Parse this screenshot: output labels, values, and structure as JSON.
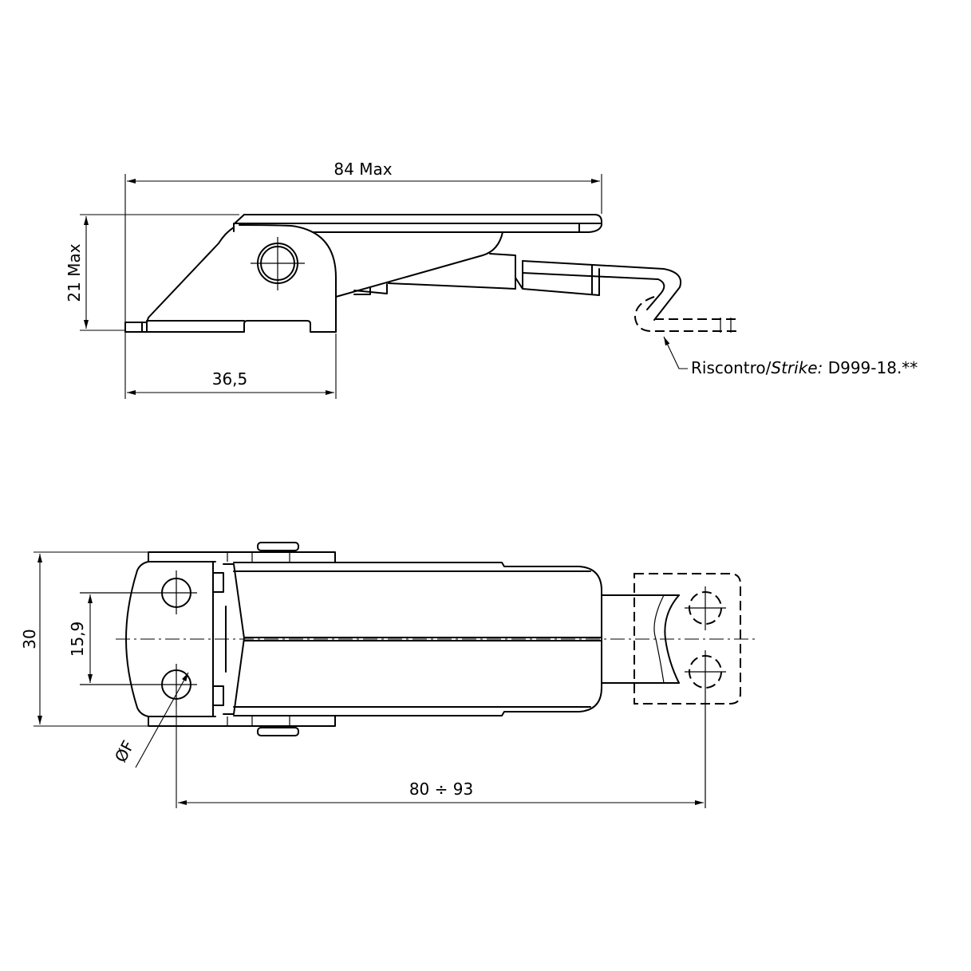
{
  "side_view": {
    "dim_length": "84 Max",
    "dim_height": "21 Max",
    "dim_base": "36,5",
    "strike_label": "Riscontro/",
    "strike_label_en": "Strike:",
    "strike_code": " D999-18.**"
  },
  "top_view": {
    "dim_width": "30",
    "dim_hole_spacing": "15,9",
    "dim_hole_diameter": "ØF",
    "dim_range": "80 ÷ 93"
  }
}
